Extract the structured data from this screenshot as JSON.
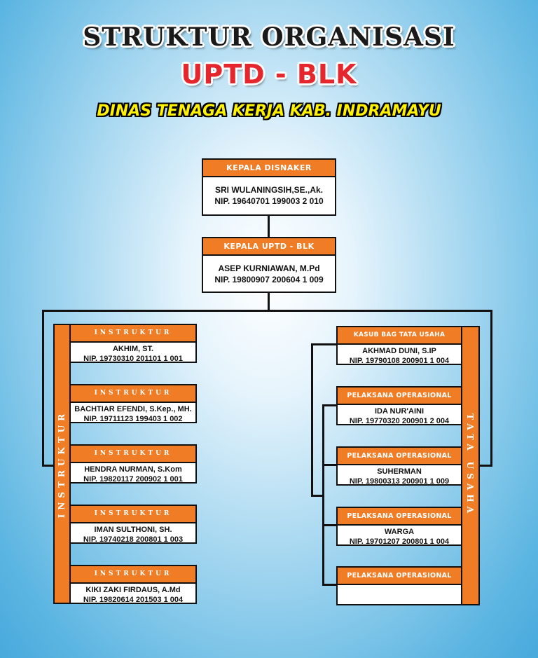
{
  "header": {
    "title": "STRUKTUR ORGANISASI",
    "subtitle": "UPTD - BLK",
    "agency": "DINAS TENAGA KERJA KAB. INDRAMAYU"
  },
  "kepala_disnaker": {
    "role": "KEPALA DISNAKER",
    "name": "SRI WULANINGSIH,SE.,Ak.",
    "nip": "NIP. 19640701 199003 2 010"
  },
  "kepala_uptd": {
    "role": "KEPALA UPTD - BLK",
    "name": "ASEP KURNIAWAN, M.Pd",
    "nip": "NIP. 19800907 200604 1 009"
  },
  "instruktur_group": {
    "label": "INSTRUKTUR",
    "members": [
      {
        "role": "INSTRUKTUR",
        "name": "AKHIM, ST.",
        "nip": "NIP. 19730310 201101 1 001"
      },
      {
        "role": "INSTRUKTUR",
        "name": "BACHTIAR EFENDI, S.Kep., MH.",
        "nip": "NIP. 19711123 199403 1 002"
      },
      {
        "role": "INSTRUKTUR",
        "name": "HENDRA NURMAN, S.Kom",
        "nip": "NIP. 19820117 200902 1 001"
      },
      {
        "role": "INSTRUKTUR",
        "name": "IMAN SULTHONI, SH.",
        "nip": "NIP. 19740218 200801 1 003"
      },
      {
        "role": "INSTRUKTUR",
        "name": "KIKI ZAKI FIRDAUS, A.Md",
        "nip": "NIP. 19820614 201503 1 004"
      }
    ]
  },
  "tata_usaha_group": {
    "label": "TATA USAHA",
    "members": [
      {
        "role": "KASUB BAG TATA USAHA",
        "name": "AKHMAD DUNI, S.IP",
        "nip": "NIP. 19790108 200901 1 004"
      },
      {
        "role": "PELAKSANA OPERASIONAL",
        "name": "IDA NUR'AINI",
        "nip": "NIP. 19770320 200901 2 004"
      },
      {
        "role": "PELAKSANA OPERASIONAL",
        "name": "SUHERMAN",
        "nip": "NIP. 19800313 200901 1 009"
      },
      {
        "role": "PELAKSANA OPERASIONAL",
        "name": "WARGA",
        "nip": "NIP. 19701207 200801 1 004"
      },
      {
        "role": "PELAKSANA OPERASIONAL",
        "name": "",
        "nip": ""
      }
    ]
  },
  "colors": {
    "accent": "#f07d25",
    "title_red": "#e5262c",
    "agency_yellow": "#fff200"
  }
}
